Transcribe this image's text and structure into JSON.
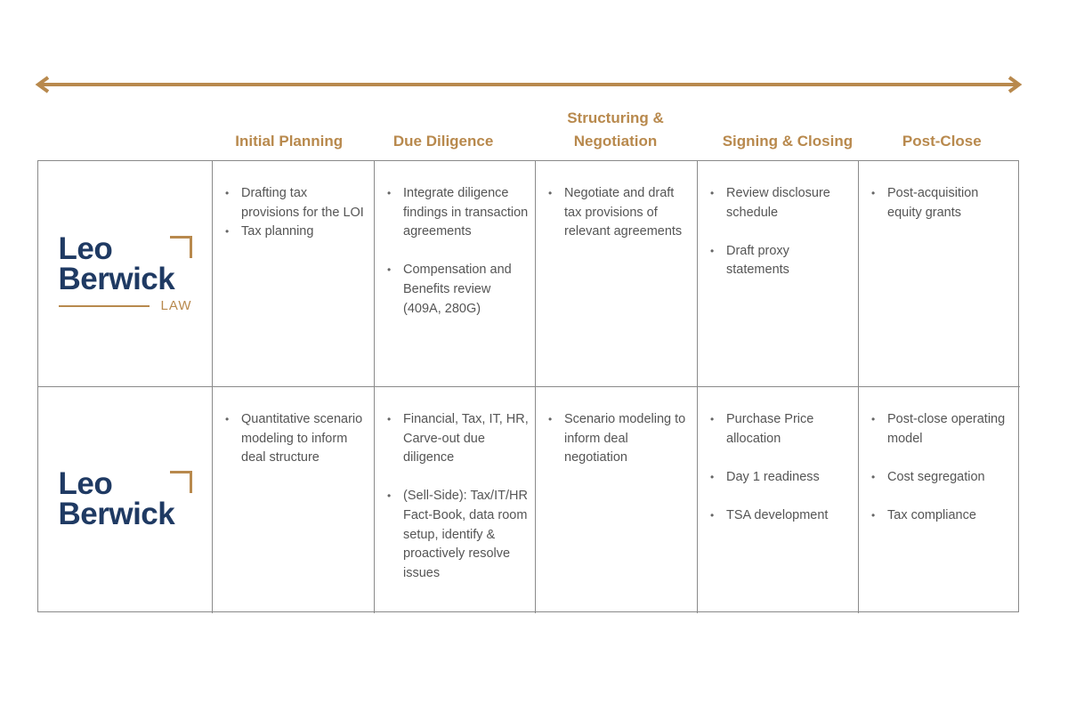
{
  "colors": {
    "accent": "#b8894d",
    "brand": "#1f3a63",
    "text": "#555555"
  },
  "phases": [
    "Initial Planning",
    "Due Diligence",
    "Structuring & Negotiation",
    "Signing & Closing",
    "Post-Close"
  ],
  "rows": [
    {
      "logo": {
        "line1": "Leo",
        "line2": "Berwick",
        "suffix": "LAW"
      },
      "cells": [
        [
          {
            "text": "Drafting tax provisions for the LOI",
            "gap": false
          },
          {
            "text": "Tax planning",
            "gap": false
          }
        ],
        [
          {
            "text": "Integrate diligence findings in transaction agreements",
            "gap": false
          },
          {
            "text": "Compensation and Benefits review (409A, 280G)",
            "gap": true
          }
        ],
        [
          {
            "text": "Negotiate and draft tax provisions of relevant agreements",
            "gap": false
          }
        ],
        [
          {
            "text": "Review disclosure schedule",
            "gap": false
          },
          {
            "text": "Draft proxy statements",
            "gap": true
          }
        ],
        [
          {
            "text": "Post-acquisition equity grants",
            "gap": false
          }
        ]
      ]
    },
    {
      "logo": {
        "line1": "Leo",
        "line2": "Berwick"
      },
      "cells": [
        [
          {
            "text": "Quantitative scenario modeling to inform deal structure",
            "gap": false
          }
        ],
        [
          {
            "text": "Financial, Tax, IT, HR, Carve-out due diligence",
            "gap": false
          },
          {
            "text": "(Sell-Side): Tax/IT/HR Fact-Book, data room setup, identify & proactively resolve issues",
            "gap": true
          }
        ],
        [
          {
            "text": "Scenario modeling to inform deal negotiation",
            "gap": false
          }
        ],
        [
          {
            "text": "Purchase Price allocation",
            "gap": false
          },
          {
            "text": "Day 1 readiness",
            "gap": true
          },
          {
            "text": "TSA development",
            "gap": true
          }
        ],
        [
          {
            "text": "Post-close operating model",
            "gap": false
          },
          {
            "text": "Cost segregation",
            "gap": true
          },
          {
            "text": "Tax compliance",
            "gap": true
          }
        ]
      ]
    }
  ]
}
